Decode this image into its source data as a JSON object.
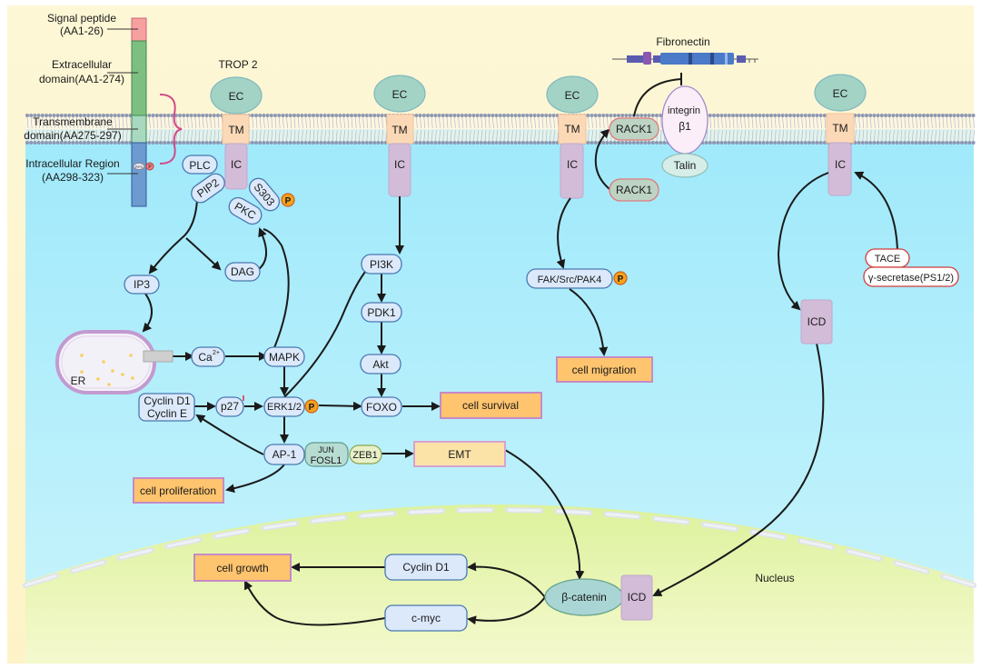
{
  "domains": {
    "signal_peptide": [
      "Signal peptide",
      "(AA1-26)"
    ],
    "extracellular": [
      "Extracellular",
      "domain(AA1-274)"
    ],
    "transmembrane": [
      "Transmembrane",
      "domain(AA275-297)"
    ],
    "intracellular": [
      "Intracellular Region",
      "(AA298-323)"
    ],
    "colors": {
      "signal": "#f7a0a0",
      "extracellular": "#7dbf80",
      "transmembrane": "#a8d8c0",
      "intracellular": "#6d9bd0"
    },
    "mini_labels": [
      "PIP2",
      "P"
    ]
  },
  "trop2_label": "TROP 2",
  "receptor": {
    "ec": "EC",
    "tm": "TM",
    "ic": "IC"
  },
  "plc_branch": {
    "plc": "PLC",
    "pip2": "PIP2",
    "s303": "S303",
    "pkc": "PKC",
    "p": "P",
    "dag": "DAG",
    "ip3": "IP3",
    "er": "ER",
    "ca": "Ca",
    "ca_sup": "2+"
  },
  "mapk_branch": {
    "mapk": "MAPK",
    "erk": "ERK1/2",
    "p": "P",
    "p27": "p27",
    "cyclin": [
      "Cyclin D1",
      "Cyclin E"
    ],
    "ap1": "AP-1",
    "jun": [
      "JUN",
      "FOSL1"
    ],
    "zeb1": "ZEB1"
  },
  "pi3k_branch": {
    "pi3k": "PI3K",
    "pdk1": "PDK1",
    "akt": "Akt",
    "foxo": "FOXO"
  },
  "integrin_branch": {
    "fibronectin": "Fibronectin",
    "rack1_top": "RACK1",
    "rack1_bottom": "RACK1",
    "integrin": [
      "integrin",
      "β1"
    ],
    "talin": "Talin",
    "fak": "FAK/Src/PAK4",
    "p": "P"
  },
  "cleavage_branch": {
    "tace": "TACE",
    "gamma": "γ-secretase(PS1/2)",
    "icd": "ICD"
  },
  "nucleus": {
    "label": "Nucleus",
    "beta_catenin": "β-catenin",
    "icd": "ICD",
    "cyclin_d1": "Cyclin D1",
    "cmyc": "c-myc"
  },
  "outcomes": {
    "survival": "cell survival",
    "migration": "cell migration",
    "proliferation": "cell proliferation",
    "emt": "EMT",
    "growth": "cell growth"
  },
  "colors": {
    "cytoplasm": "#a6ecfb",
    "extracellular": "#fdf6d4",
    "nucleus": "#e2f4a4",
    "outcome": "#ffc46e",
    "node": "#dbe9fb"
  }
}
